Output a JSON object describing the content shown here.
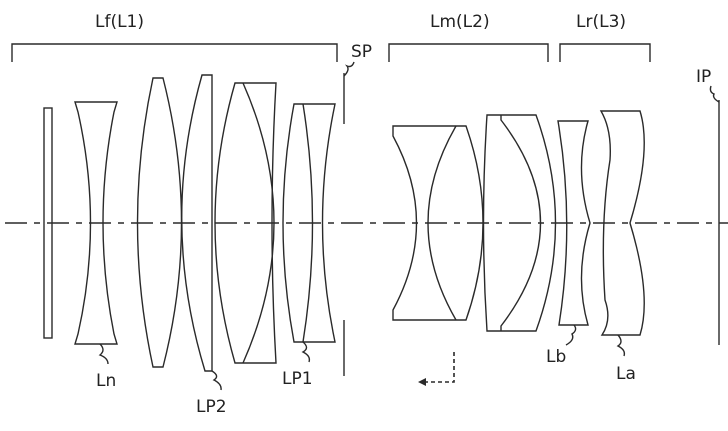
{
  "groups": {
    "front": "Lf(L1)",
    "middle": "Lm(L2)",
    "rear": "Lr(L3)"
  },
  "labels": {
    "stop": "SP",
    "image_plane": "IP",
    "lens_n": "Ln",
    "lens_p2": "LP2",
    "lens_p1": "LP1",
    "lens_b": "Lb",
    "lens_a": "La"
  },
  "colors": {
    "line": "#2a2a2a",
    "background": "#ffffff"
  }
}
